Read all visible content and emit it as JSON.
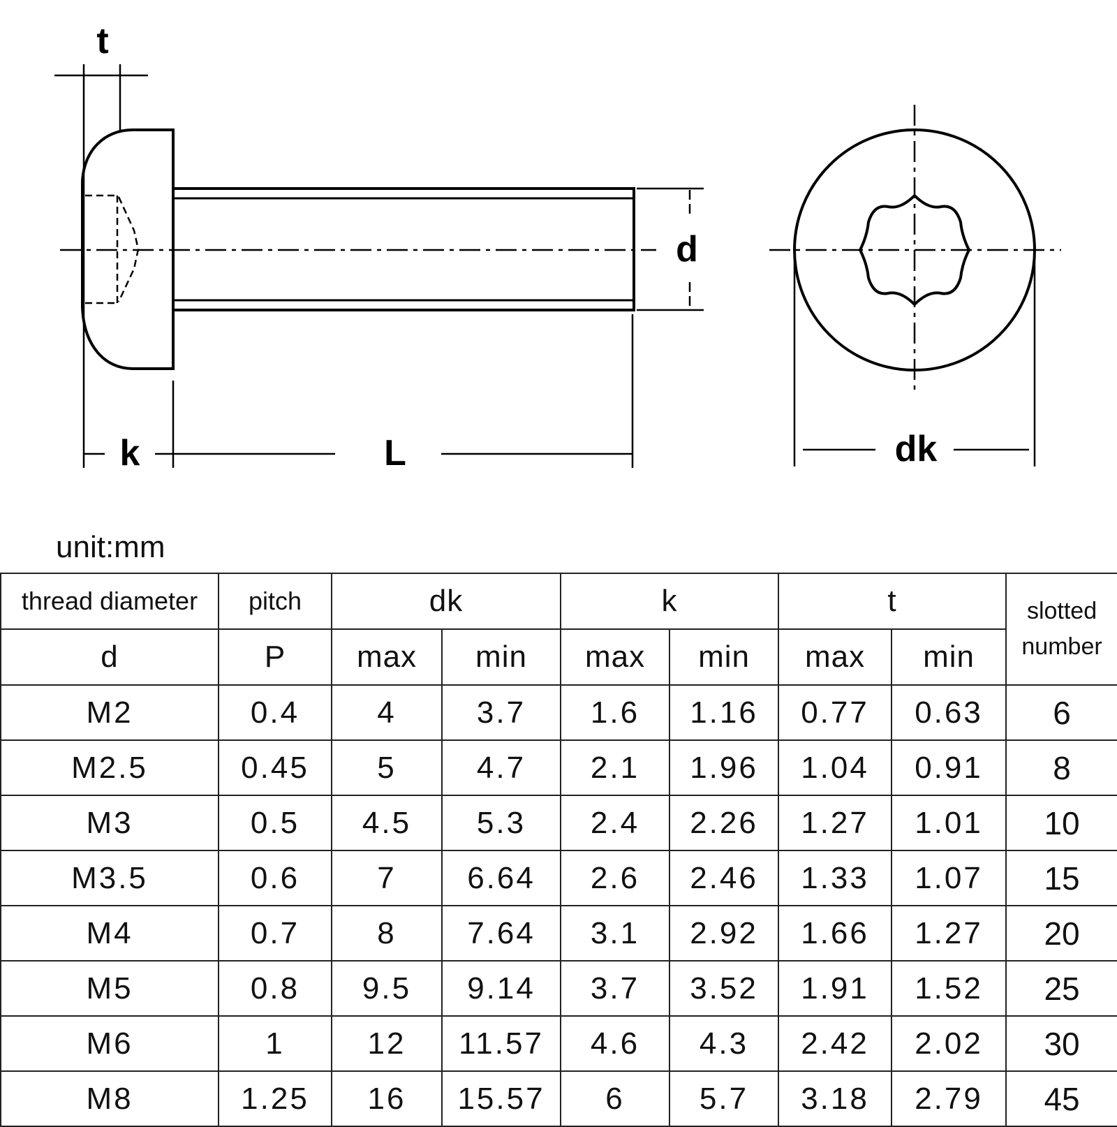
{
  "labels": {
    "t": "t",
    "d": "d",
    "k": "k",
    "L": "L",
    "dk": "dk"
  },
  "unit": "unit:mm",
  "table": {
    "header1": {
      "thread_diameter": "thread diameter",
      "pitch": "pitch",
      "dk": "dk",
      "k": "k",
      "t": "t",
      "slotted_line1": "slotted",
      "slotted_line2": "number"
    },
    "header2": {
      "d": "d",
      "P": "P",
      "dk_max": "max",
      "dk_min": "min",
      "k_max": "max",
      "k_min": "min",
      "t_max": "max",
      "t_min": "min"
    },
    "rows": [
      [
        "M2",
        "0.4",
        "4",
        "3.7",
        "1.6",
        "1.16",
        "0.77",
        "0.63",
        "6"
      ],
      [
        "M2.5",
        "0.45",
        "5",
        "4.7",
        "2.1",
        "1.96",
        "1.04",
        "0.91",
        "8"
      ],
      [
        "M3",
        "0.5",
        "4.5",
        "5.3",
        "2.4",
        "2.26",
        "1.27",
        "1.01",
        "10"
      ],
      [
        "M3.5",
        "0.6",
        "7",
        "6.64",
        "2.6",
        "2.46",
        "1.33",
        "1.07",
        "15"
      ],
      [
        "M4",
        "0.7",
        "8",
        "7.64",
        "3.1",
        "2.92",
        "1.66",
        "1.27",
        "20"
      ],
      [
        "M5",
        "0.8",
        "9.5",
        "9.14",
        "3.7",
        "3.52",
        "1.91",
        "1.52",
        "25"
      ],
      [
        "M6",
        "1",
        "12",
        "11.57",
        "4.6",
        "4.3",
        "2.42",
        "2.02",
        "30"
      ],
      [
        "M8",
        "1.25",
        "16",
        "15.57",
        "6",
        "5.7",
        "3.18",
        "2.79",
        "45"
      ]
    ]
  }
}
